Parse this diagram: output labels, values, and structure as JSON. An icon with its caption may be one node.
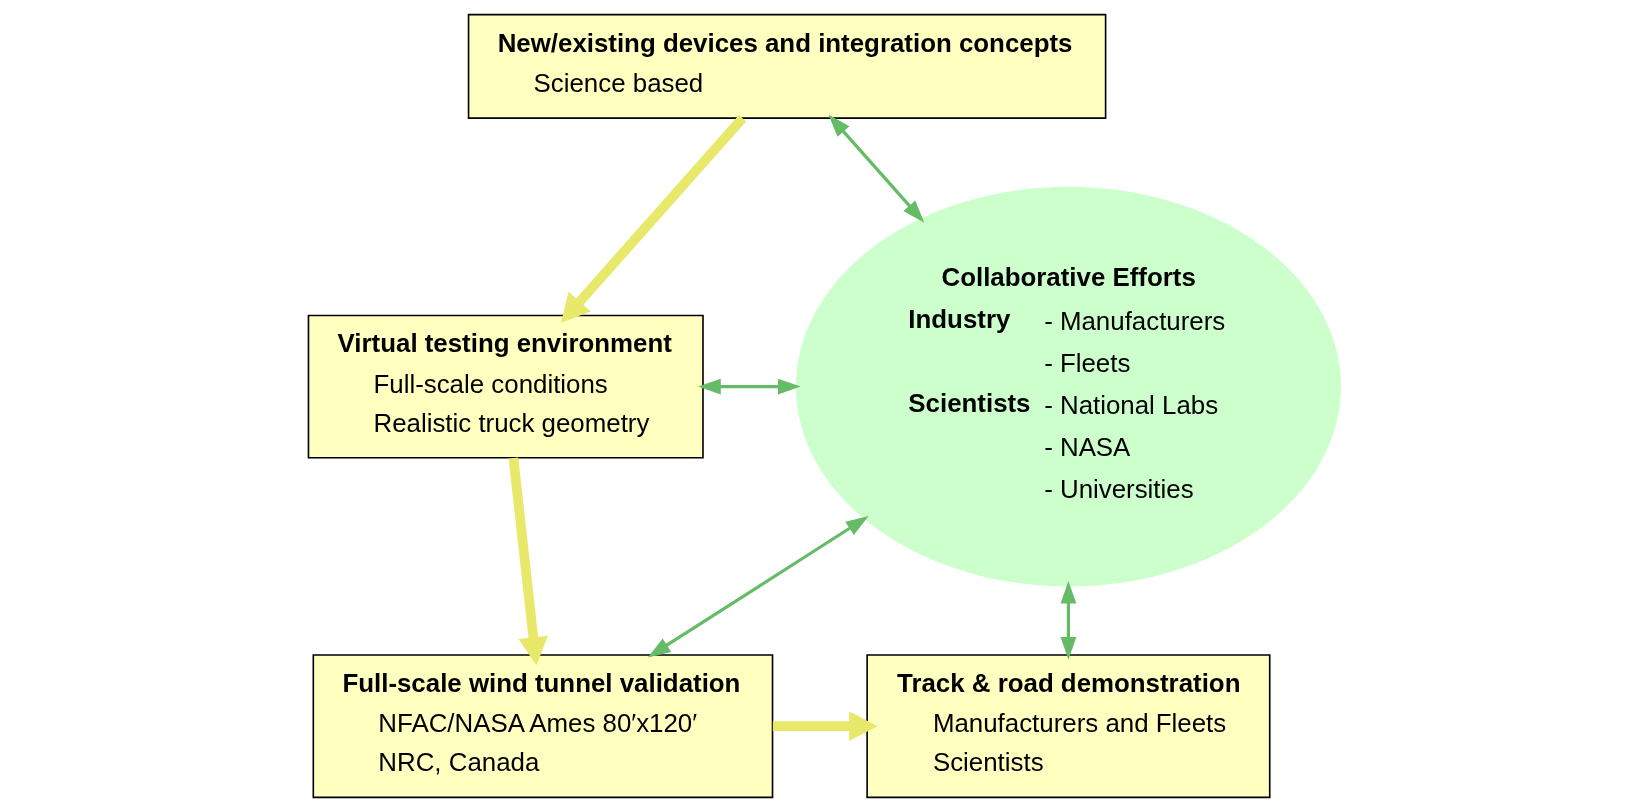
{
  "diagram": {
    "nodes": [
      {
        "text": [
          "New/existing devices and integration concepts",
          "Science based"
        ]
      },
      {
        "text": [
          "Virtual testing environment",
          "Full-scale conditions",
          "Realistic truck geometry"
        ]
      },
      {
        "text": [
          "Full-scale wind tunnel validation",
          "NFAC/NASA Ames 80′x120′",
          "NRC, Canada"
        ]
      },
      {
        "text": [
          "Track & road demonstration",
          "Manufacturers and Fleets",
          "Scientists"
        ]
      },
      {
        "text": [
          "Collaborative Efforts",
          "Industry",
          "- Manufacturers",
          "- Fleets",
          "Scientists",
          "- National Labs",
          "- NASA",
          "- Universities"
        ]
      }
    ],
    "edges": [
      {
        "from": 0,
        "to": 1,
        "arrow": "to",
        "style": "thick",
        "color": "#e8e86a"
      },
      {
        "from": 1,
        "to": 2,
        "arrow": "to",
        "style": "thick",
        "color": "#e8e86a"
      },
      {
        "from": 2,
        "to": 3,
        "arrow": "to",
        "style": "thick",
        "color": "#e8e86a"
      },
      {
        "from": 0,
        "to": 4,
        "arrow": "both"
      },
      {
        "from": 1,
        "to": 4,
        "arrow": "both"
      },
      {
        "from": 2,
        "to": 4,
        "arrow": "both"
      },
      {
        "from": 3,
        "to": 4,
        "arrow": "both"
      }
    ]
  }
}
